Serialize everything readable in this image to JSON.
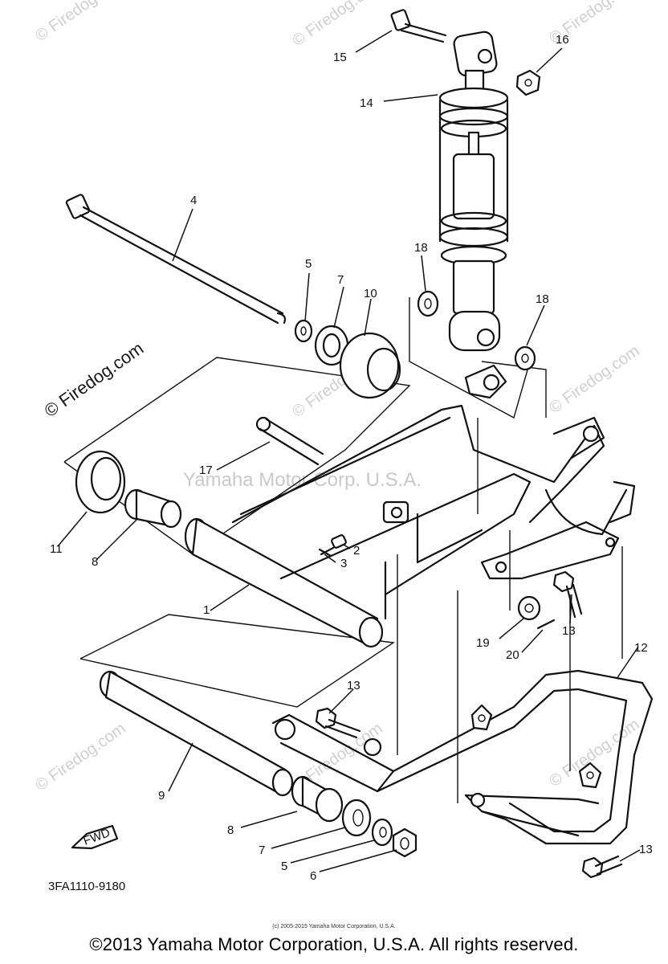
{
  "watermarks": {
    "brand": "© Firedog.com",
    "center": "Yamaha Motor Corp. U.S.A."
  },
  "part_labels": [
    "1",
    "2",
    "3",
    "4",
    "5",
    "6",
    "7",
    "8",
    "9",
    "10",
    "11",
    "12",
    "13",
    "14",
    "15",
    "16",
    "17",
    "18",
    "19",
    "20"
  ],
  "callouts": {
    "l15": "15",
    "l16": "16",
    "l14": "14",
    "l4": "4",
    "l18a": "18",
    "l18b": "18",
    "l5a": "5",
    "l7a": "7",
    "l10": "10",
    "l17": "17",
    "l11": "11",
    "l8a": "8",
    "l2": "2",
    "l3": "3",
    "l1": "1",
    "l19": "19",
    "l20": "20",
    "l13a": "13",
    "l12": "12",
    "l13b": "13",
    "l9": "9",
    "l8b": "8",
    "l7b": "7",
    "l5b": "5",
    "l6": "6",
    "l13c": "13"
  },
  "fwd_label": "FWD",
  "diagram_code": "3FA1110-9180",
  "small_copyright": "(c) 2005-2015 Yamaha Motor Corporation, U.S.A.",
  "copyright": "©2013 Yamaha Motor Corporation, U.S.A. All rights reserved.",
  "colors": {
    "ink": "#111111",
    "watermark": "#cfcfcf",
    "background": "#ffffff"
  }
}
